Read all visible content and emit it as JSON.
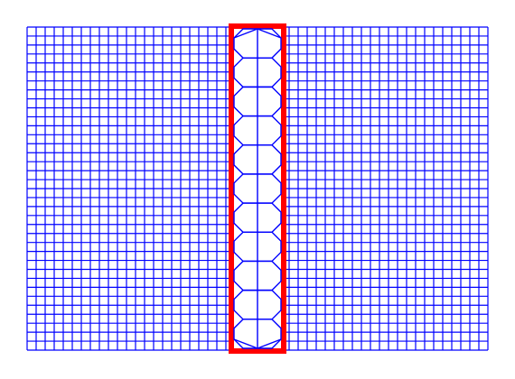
{
  "figure": {
    "description_kind": "finite-element mesh",
    "background_mesh": {
      "type": "structured-quad-grid",
      "columns": 51,
      "rows": 36,
      "line_color": "#0000ff"
    },
    "inclusion": {
      "type": "vertical-strip",
      "border_color": "#ff0000",
      "fill_color": "#ffffff",
      "cells": 11,
      "cell_shape": "octagon",
      "cell_line_color": "#0000ff"
    }
  }
}
